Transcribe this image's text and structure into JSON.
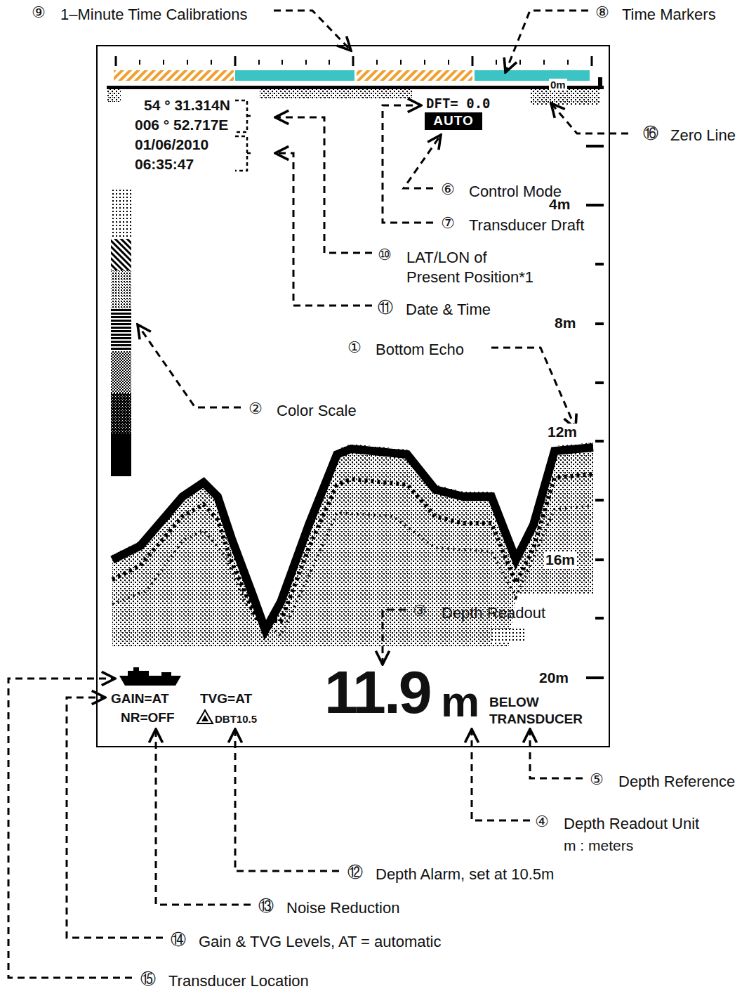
{
  "diagram": {
    "nodes": [
      {
        "text": [
          "AUTO"
        ]
      }
    ],
    "labels": [
      "⑨",
      "1–Minute Time Calibrations",
      "⑧",
      "Time Markers",
      "0m",
      "54 ° 31.314N",
      "006 ° 52.717E",
      "01/06/2010",
      "06:35:47",
      "DFT=  0.0",
      "⑯",
      "Zero Line",
      "⑥",
      "Control Mode",
      "4m",
      "⑦",
      "Transducer Draft",
      "⑩",
      "LAT/LON of Present Position*1",
      "⑪",
      "Date & Time",
      "8m",
      "①",
      "Bottom Echo",
      "②",
      "Color Scale",
      "12m",
      "16m",
      "③",
      "Depth Readout",
      "20m",
      "GAIN=AT",
      "TVG=AT",
      "NR=OFF",
      "DBT10.5",
      "11.9",
      "m",
      "BELOW TRANSDUCER",
      "⑤",
      "Depth Reference",
      "④",
      "Depth Readout Unit",
      "m : meters",
      "⑫",
      "Depth Alarm, set at 10.5m",
      "⑬",
      "Noise Reduction",
      "⑭",
      "Gain & TVG Levels, AT = automatic",
      "⑮",
      "Transducer Location"
    ]
  }
}
